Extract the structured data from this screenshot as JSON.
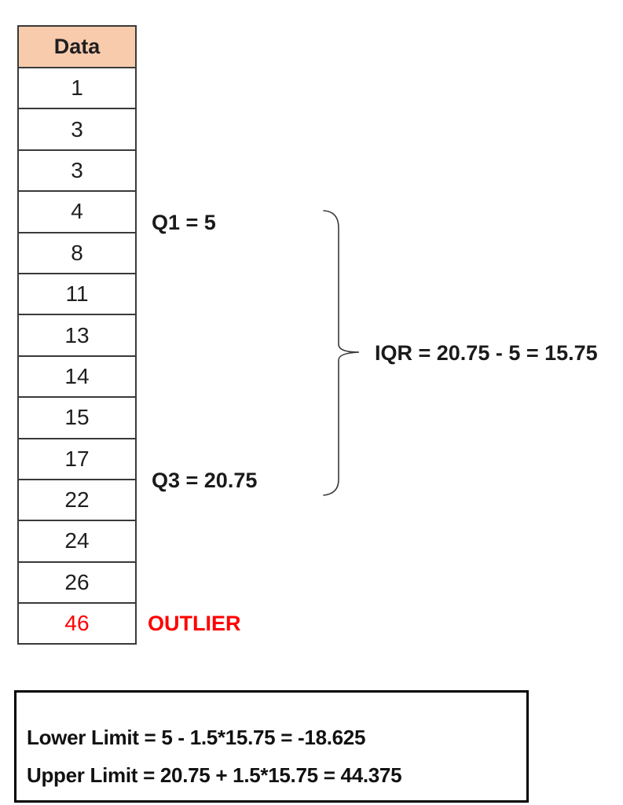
{
  "colors": {
    "header_bg": "#F8CBAD",
    "outlier_red": "#FF0000",
    "table_border": "#3a3a3a"
  },
  "table": {
    "header": "Data",
    "rows": [
      {
        "value": "1",
        "outlier": false
      },
      {
        "value": "3",
        "outlier": false
      },
      {
        "value": "3",
        "outlier": false
      },
      {
        "value": "4",
        "outlier": false
      },
      {
        "value": "8",
        "outlier": false
      },
      {
        "value": "11",
        "outlier": false
      },
      {
        "value": "13",
        "outlier": false
      },
      {
        "value": "14",
        "outlier": false
      },
      {
        "value": "15",
        "outlier": false
      },
      {
        "value": "17",
        "outlier": false
      },
      {
        "value": "22",
        "outlier": false
      },
      {
        "value": "24",
        "outlier": false
      },
      {
        "value": "26",
        "outlier": false
      },
      {
        "value": "46",
        "outlier": true
      }
    ]
  },
  "annotations": {
    "q1": "Q1 = 5",
    "q3": "Q3 = 20.75",
    "iqr": "IQR = 20.75 - 5 = 15.75",
    "outlier": "OUTLIER"
  },
  "limits": {
    "lower": "Lower Limit = 5 - 1.5*15.75 = -18.625",
    "upper": "Upper Limit = 20.75 + 1.5*15.75 = 44.375"
  },
  "chart_data": {
    "type": "table",
    "title": "Data",
    "values": [
      1,
      3,
      3,
      4,
      8,
      11,
      13,
      14,
      15,
      17,
      22,
      24,
      26,
      46
    ],
    "q1": 5,
    "q3": 20.75,
    "iqr": 15.75,
    "lower_limit": -18.625,
    "upper_limit": 44.375,
    "outliers": [
      46
    ]
  }
}
